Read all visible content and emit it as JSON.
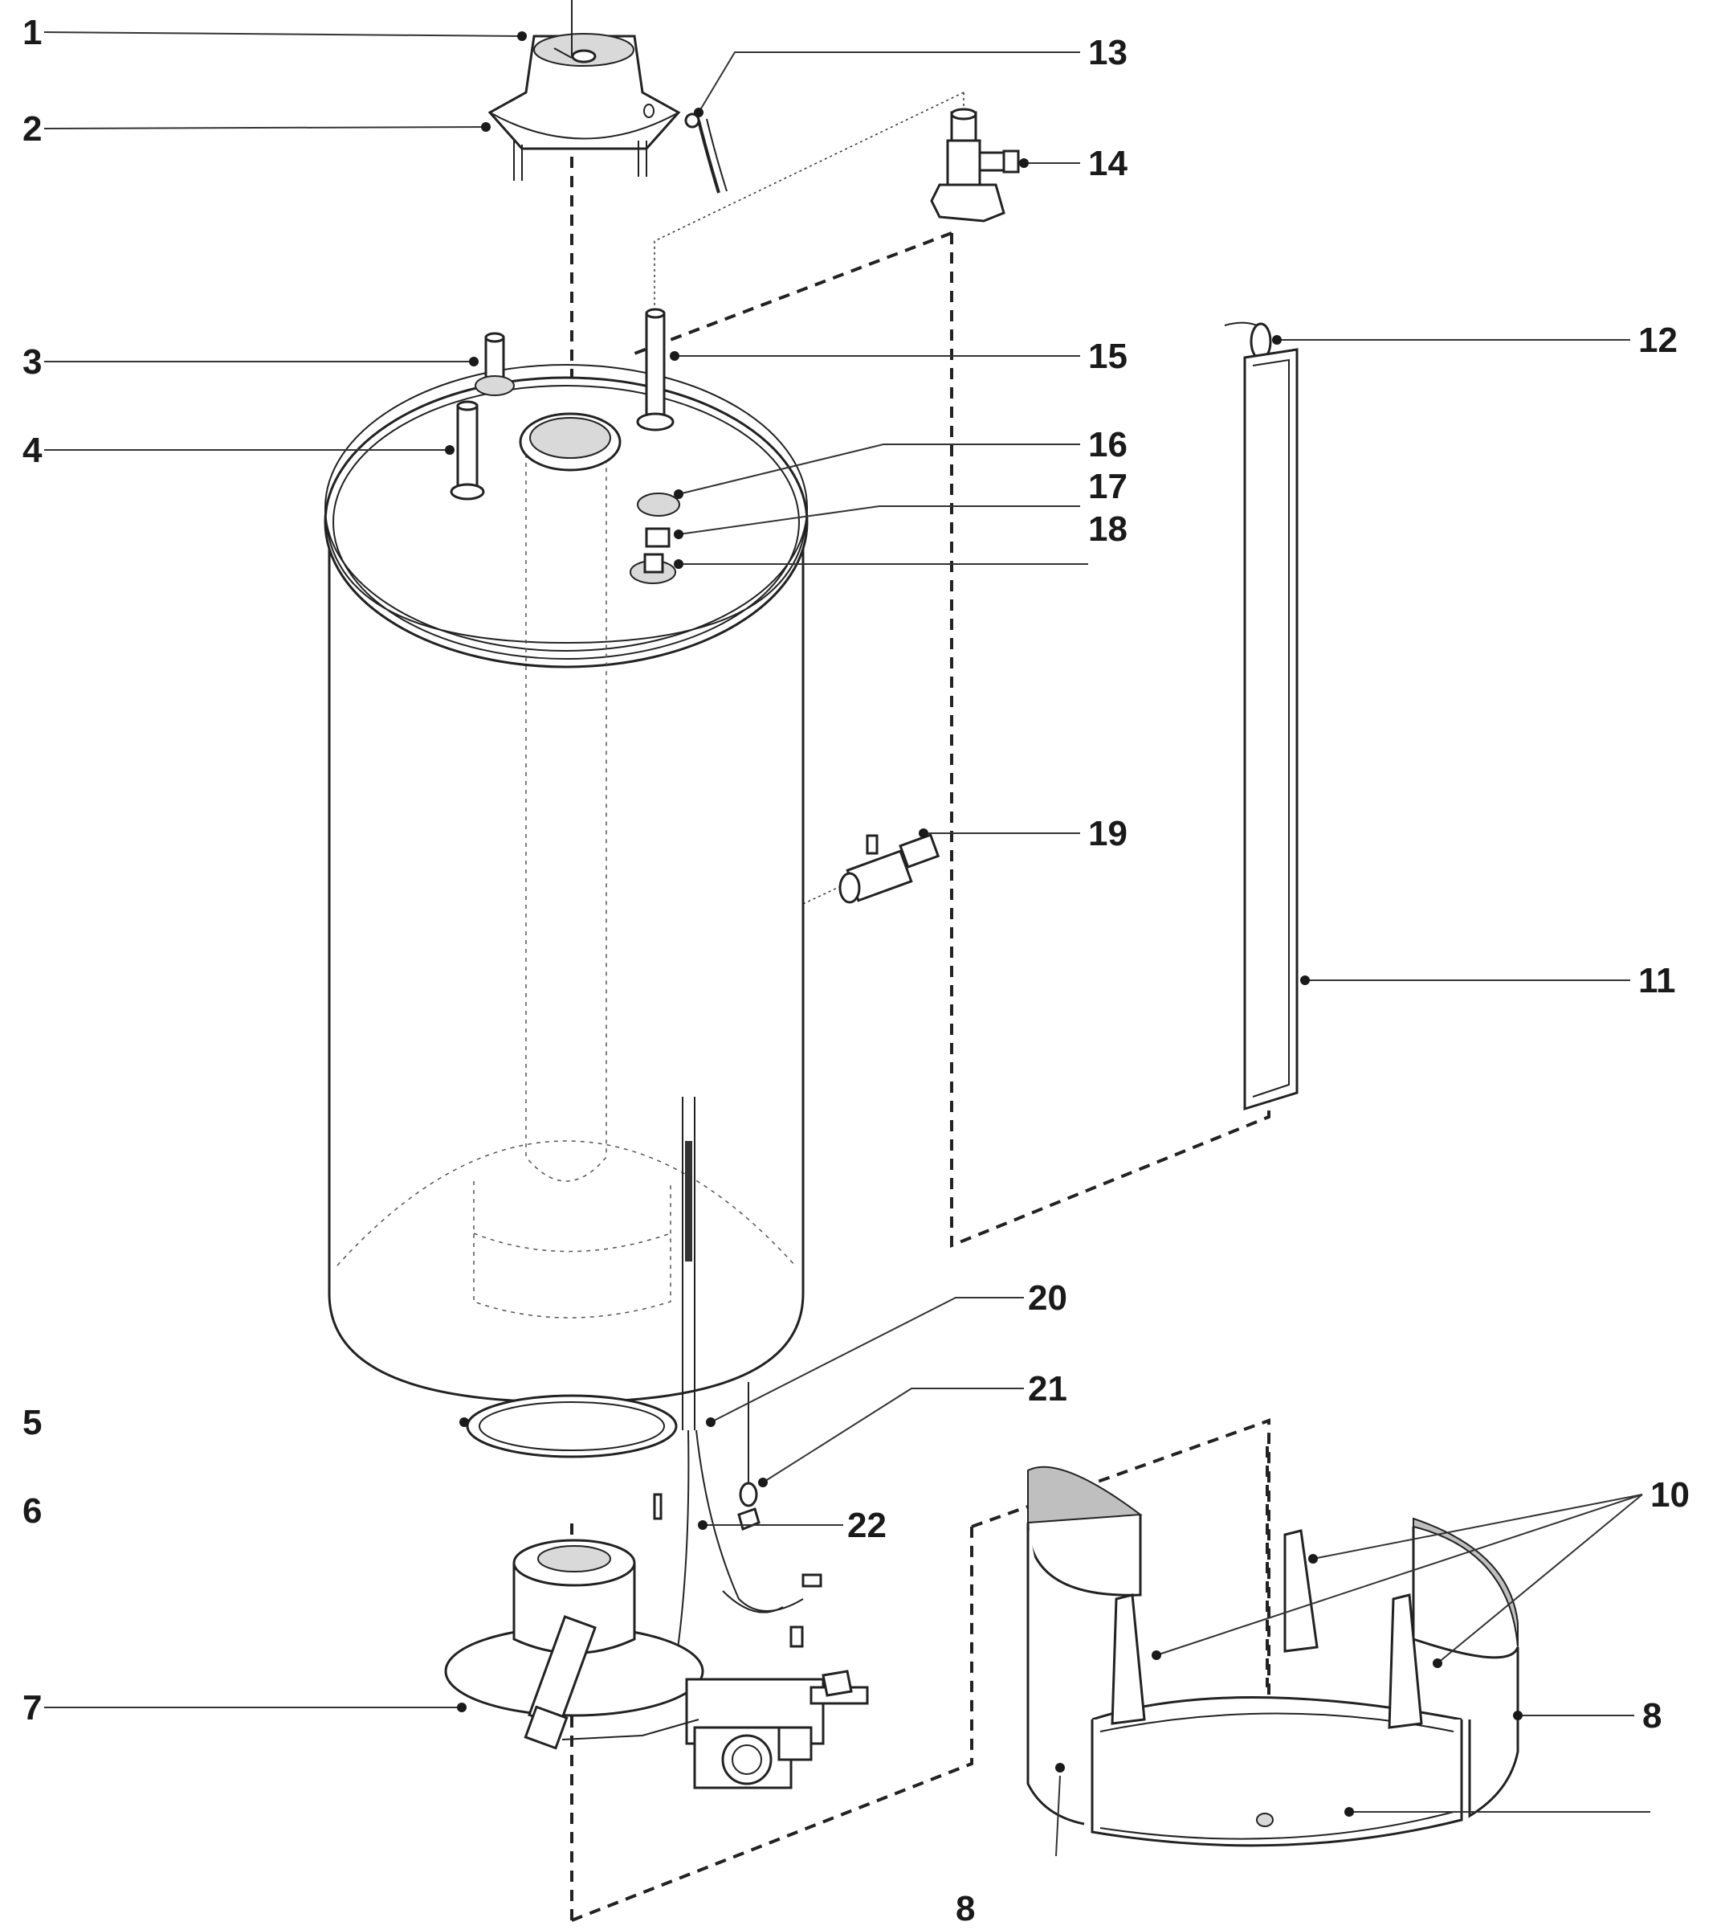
{
  "callouts": [
    {
      "id": "c1",
      "label": "1"
    },
    {
      "id": "c2",
      "label": "2"
    },
    {
      "id": "c3",
      "label": "3"
    },
    {
      "id": "c4",
      "label": "4"
    },
    {
      "id": "c5",
      "label": "5"
    },
    {
      "id": "c6",
      "label": "6"
    },
    {
      "id": "c7",
      "label": "7"
    },
    {
      "id": "c8a",
      "label": "8"
    },
    {
      "id": "c8b",
      "label": "8"
    },
    {
      "id": "c10",
      "label": "10"
    },
    {
      "id": "c11",
      "label": "11"
    },
    {
      "id": "c12",
      "label": "12"
    },
    {
      "id": "c13",
      "label": "13"
    },
    {
      "id": "c14",
      "label": "14"
    },
    {
      "id": "c15",
      "label": "15"
    },
    {
      "id": "c16",
      "label": "16"
    },
    {
      "id": "c17",
      "label": "17"
    },
    {
      "id": "c18",
      "label": "18"
    },
    {
      "id": "c19",
      "label": "19"
    },
    {
      "id": "c20",
      "label": "20"
    },
    {
      "id": "c21",
      "label": "21"
    },
    {
      "id": "c22",
      "label": "22"
    }
  ]
}
